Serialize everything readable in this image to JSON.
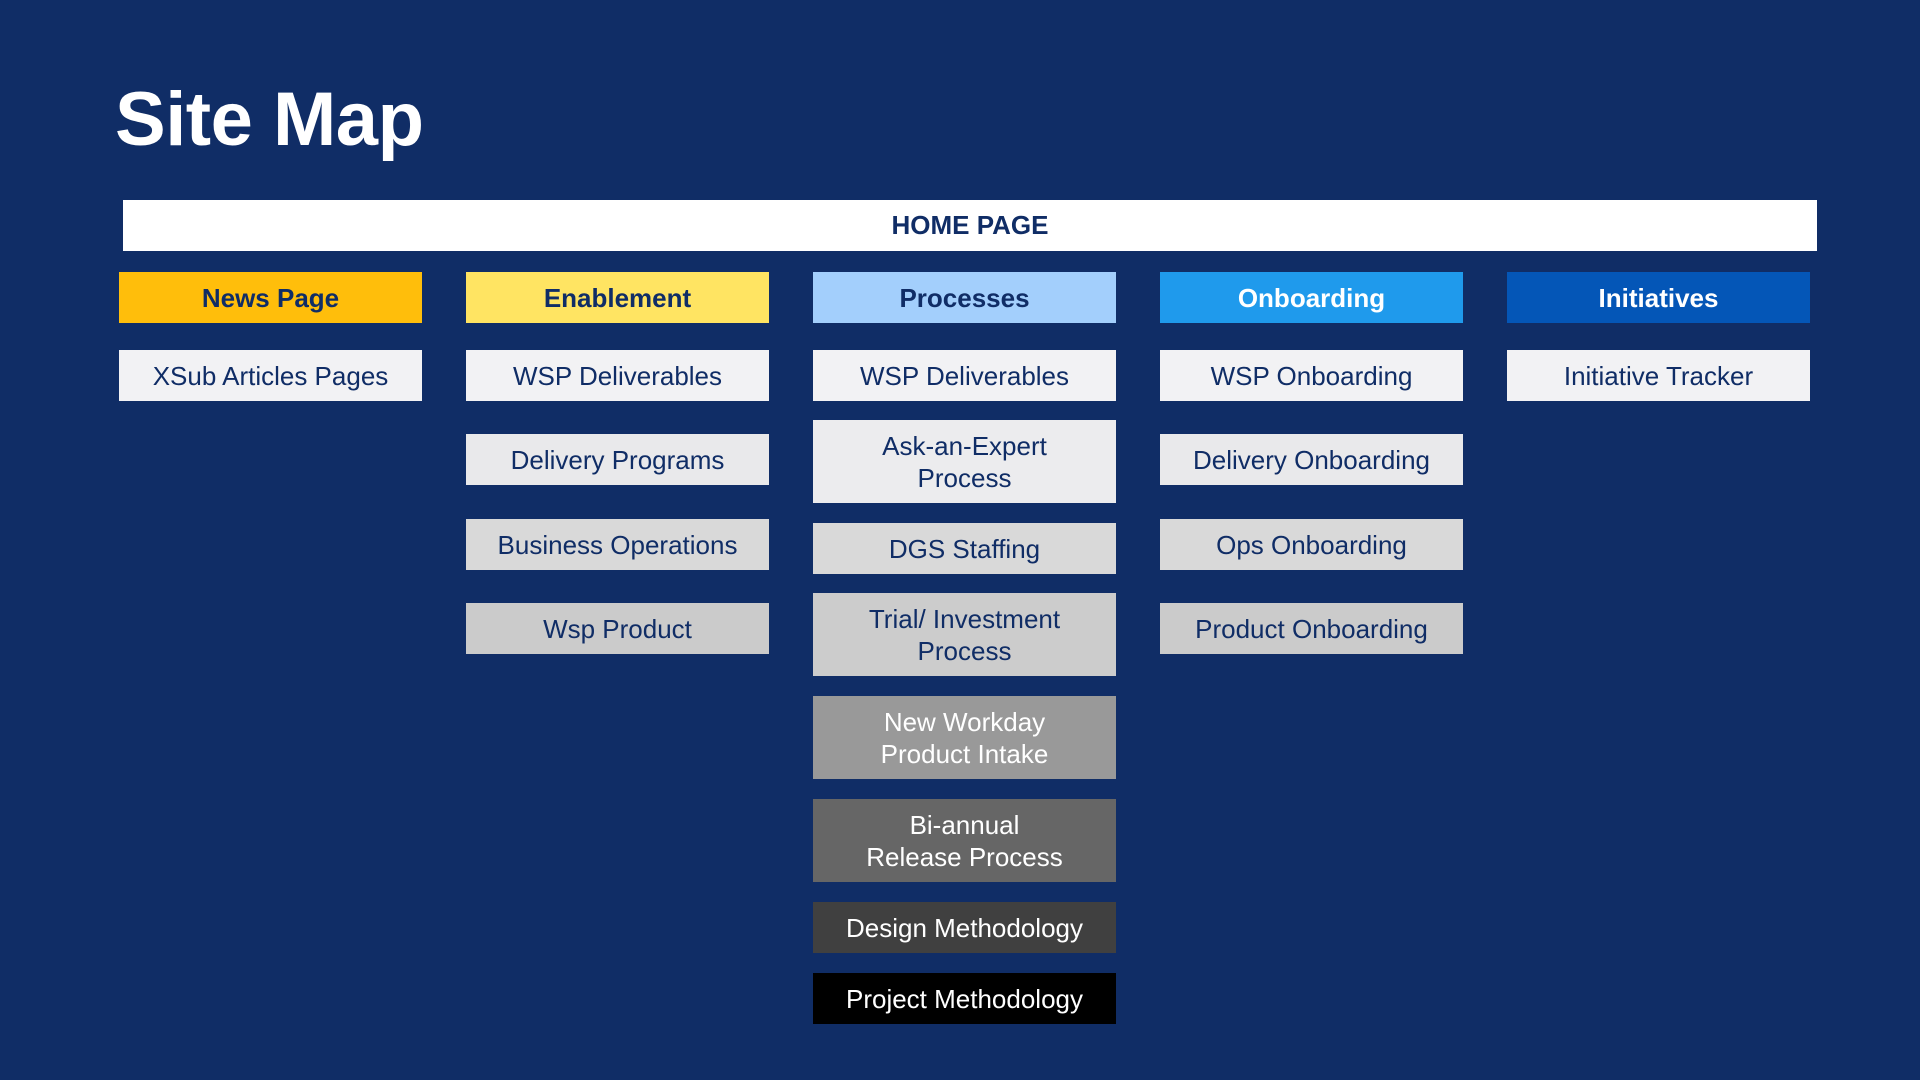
{
  "title": "Site Map",
  "home": "HOME PAGE",
  "columns": [
    {
      "header": "News Page",
      "header_bg": "#ffbe0b",
      "header_fg": "#102d66",
      "items": [
        {
          "label": "XSub Articles Pages",
          "bg": "#f2f2f4",
          "fg": "#102d66"
        }
      ]
    },
    {
      "header": "Enablement",
      "header_bg": "#ffe462",
      "header_fg": "#102d66",
      "items": [
        {
          "label": "WSP Deliverables",
          "bg": "#f2f2f4",
          "fg": "#102d66"
        },
        {
          "label": "Delivery Programs",
          "bg": "#e9e9eb",
          "fg": "#102d66"
        },
        {
          "label": "Business Operations",
          "bg": "#d9d9d9",
          "fg": "#102d66"
        },
        {
          "label": "Wsp Product",
          "bg": "#cbcbcb",
          "fg": "#102d66"
        }
      ]
    },
    {
      "header": "Processes",
      "header_bg": "#a3cffc",
      "header_fg": "#102d66",
      "items": [
        {
          "label": "WSP Deliverables",
          "bg": "#f2f2f4",
          "fg": "#102d66"
        },
        {
          "label": "Ask-an-Expert\nProcess",
          "bg": "#ececee",
          "fg": "#102d66"
        },
        {
          "label": "DGS Staffing",
          "bg": "#d9d9d9",
          "fg": "#102d66"
        },
        {
          "label": "Trial/ Investment\nProcess",
          "bg": "#cccccc",
          "fg": "#102d66"
        },
        {
          "label": "New Workday\nProduct Intake",
          "bg": "#999999",
          "fg": "#ffffff"
        },
        {
          "label": "Bi-annual\nRelease Process",
          "bg": "#666666",
          "fg": "#ffffff"
        },
        {
          "label": "Design Methodology",
          "bg": "#404040",
          "fg": "#ffffff"
        },
        {
          "label": "Project Methodology",
          "bg": "#000000",
          "fg": "#ffffff"
        }
      ]
    },
    {
      "header": "Onboarding",
      "header_bg": "#1f9aec",
      "header_fg": "#ffffff",
      "items": [
        {
          "label": "WSP Onboarding",
          "bg": "#f2f2f4",
          "fg": "#102d66"
        },
        {
          "label": "Delivery Onboarding",
          "bg": "#e9e9eb",
          "fg": "#102d66"
        },
        {
          "label": "Ops Onboarding",
          "bg": "#d9d9d9",
          "fg": "#102d66"
        },
        {
          "label": "Product Onboarding",
          "bg": "#cbcbcb",
          "fg": "#102d66"
        }
      ]
    },
    {
      "header": "Initiatives",
      "header_bg": "#0456b7",
      "header_fg": "#ffffff",
      "items": [
        {
          "label": "Initiative Tracker",
          "bg": "#f2f2f4",
          "fg": "#102d66"
        }
      ]
    }
  ]
}
